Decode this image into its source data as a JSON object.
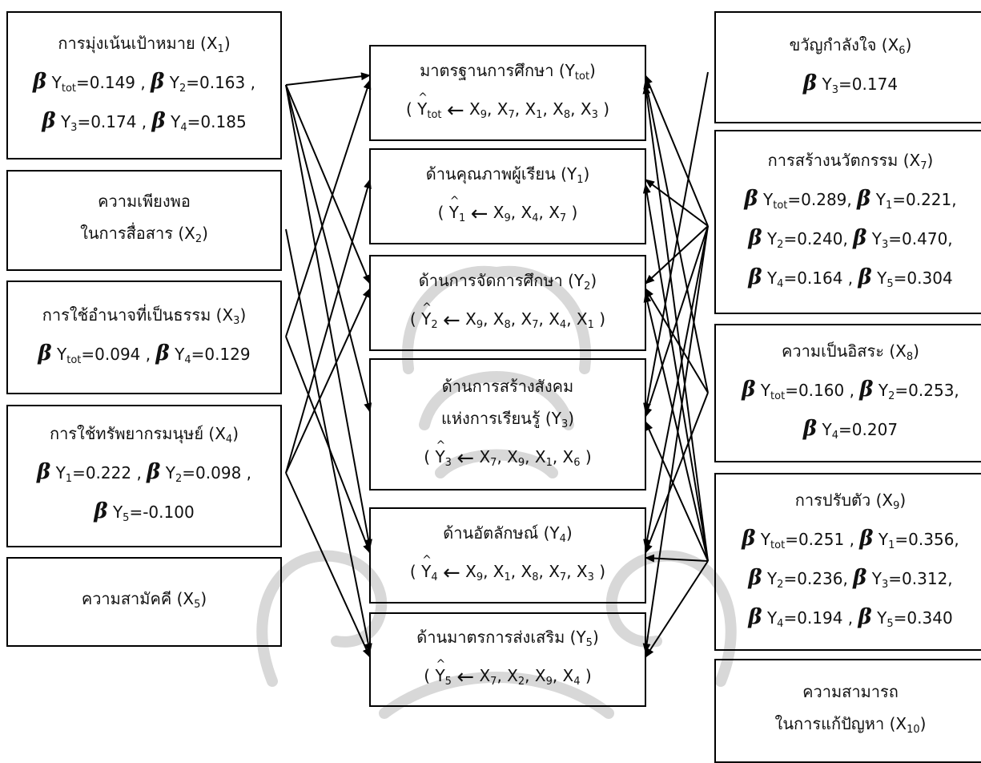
{
  "beta": "β",
  "arrow_symbol": "←",
  "predictors": {
    "x1": {
      "name": "การมุ่งเน้นเป้าหมาย (X",
      "sub": "1",
      "close": ")",
      "betas": [
        [
          "Y",
          "tot",
          "=0.149 ,"
        ],
        [
          "Y",
          "2",
          "=0.163 ,"
        ],
        [
          "Y",
          "3",
          "=0.174 ,"
        ],
        [
          "Y",
          "4",
          "=0.185"
        ]
      ]
    },
    "x2": {
      "line1": "ความเพียงพอ",
      "name": "ในการสื่อสาร (X",
      "sub": "2",
      "close": ")"
    },
    "x3": {
      "name": "การใช้อำนาจที่เป็นธรรม (X",
      "sub": "3",
      "close": ")",
      "betas": [
        [
          "Y",
          "tot",
          "=0.094 ,"
        ],
        [
          "Y",
          "4",
          "=0.129"
        ]
      ]
    },
    "x4": {
      "name": "การใช้ทรัพยากรมนุษย์ (X",
      "sub": "4",
      "close": ")",
      "betas": [
        [
          "Y",
          "1",
          "=0.222 ,"
        ],
        [
          "Y",
          "2",
          "=0.098 ,"
        ],
        [
          "Y",
          "5",
          "=-0.100"
        ]
      ]
    },
    "x5": {
      "name": "ความสามัคคี  (X",
      "sub": "5",
      "close": ")"
    },
    "x6": {
      "name": "ขวัญกำลังใจ (X",
      "sub": "6",
      "close": ")",
      "betas": [
        [
          "Y",
          "3",
          "=0.174"
        ]
      ]
    },
    "x7": {
      "name": "การสร้างนวัตกรรม (X",
      "sub": "7",
      "close": ")",
      "betas": [
        [
          "Y",
          "tot",
          "=0.289,"
        ],
        [
          "Y",
          "1",
          "=0.221,"
        ],
        [
          "Y",
          "2",
          "=0.240,"
        ],
        [
          "Y",
          "3",
          "=0.470,"
        ],
        [
          "Y",
          "4",
          "=0.164 ,"
        ],
        [
          "Y",
          "5",
          "=0.304"
        ]
      ]
    },
    "x8": {
      "name": "ความเป็นอิสระ (X",
      "sub": "8",
      "close": ")",
      "betas": [
        [
          "Y",
          "tot",
          "=0.160 ,"
        ],
        [
          "Y",
          "2",
          "=0.253,"
        ],
        [
          "Y",
          "4",
          "=0.207"
        ]
      ]
    },
    "x9": {
      "name": "การปรับตัว (X",
      "sub": "9",
      "close": ")",
      "betas": [
        [
          "Y",
          "tot",
          "=0.251 ,"
        ],
        [
          "Y",
          "1",
          "=0.356,"
        ],
        [
          "Y",
          "2",
          "=0.236,"
        ],
        [
          "Y",
          "3",
          "=0.312,"
        ],
        [
          "Y",
          "4",
          "=0.194 ,"
        ],
        [
          "Y",
          "5",
          "=0.340"
        ]
      ]
    },
    "x10": {
      "line1": "ความสามารถ",
      "name": "ในการแก้ปัญหา (X",
      "sub": "10",
      "close": ")"
    }
  },
  "outcomes": {
    "ytot": {
      "name": "มาตรฐานการศึกษา (Y",
      "sub": "tot",
      "close": ")",
      "hat_sub": "tot",
      "eq": [
        "9",
        "7",
        "1",
        "8",
        "3"
      ]
    },
    "y1": {
      "name": "ด้านคุณภาพผู้เรียน (Y",
      "sub": "1",
      "close": ")",
      "hat_sub": "1",
      "eq": [
        "9",
        "4",
        "7"
      ]
    },
    "y2": {
      "name": "ด้านการจัดการศึกษา (Y",
      "sub": "2",
      "close": ")",
      "hat_sub": "2",
      "eq": [
        "9",
        "8",
        "7",
        "4",
        "1"
      ]
    },
    "y3": {
      "line1": "ด้านการสร้างสังคม",
      "name": "แห่งการเรียนรู้  (Y",
      "sub": "3",
      "close": ")",
      "hat_sub": "3",
      "eq": [
        "7",
        "9",
        "1",
        "6"
      ]
    },
    "y4": {
      "name": "ด้านอัตลักษณ์ (Y",
      "sub": "4",
      "close": ")",
      "hat_sub": "4",
      "eq": [
        "9",
        "1",
        "8",
        "7",
        "3"
      ]
    },
    "y5": {
      "name": "ด้านมาตรการส่งเสริม (Y",
      "sub": "5",
      "close": ")",
      "hat_sub": "5",
      "eq": [
        "7",
        "2",
        "9",
        "4"
      ]
    }
  },
  "links": [
    [
      "x1",
      "ytot"
    ],
    [
      "x1",
      "y2"
    ],
    [
      "x1",
      "y3"
    ],
    [
      "x1",
      "y4"
    ],
    [
      "x2",
      "y5"
    ],
    [
      "x3",
      "ytot"
    ],
    [
      "x3",
      "y4"
    ],
    [
      "x4",
      "y1"
    ],
    [
      "x4",
      "y2"
    ],
    [
      "x4",
      "y5"
    ],
    [
      "x6",
      "y3"
    ],
    [
      "x7",
      "ytot"
    ],
    [
      "x7",
      "y1"
    ],
    [
      "x7",
      "y2"
    ],
    [
      "x7",
      "y3"
    ],
    [
      "x7",
      "y4"
    ],
    [
      "x7",
      "y5"
    ],
    [
      "x8",
      "ytot"
    ],
    [
      "x8",
      "y2"
    ],
    [
      "x8",
      "y4"
    ],
    [
      "x9",
      "ytot"
    ],
    [
      "x9",
      "y1"
    ],
    [
      "x9",
      "y2"
    ],
    [
      "x9",
      "y3"
    ],
    [
      "x9",
      "y4"
    ],
    [
      "x9",
      "y5"
    ]
  ]
}
